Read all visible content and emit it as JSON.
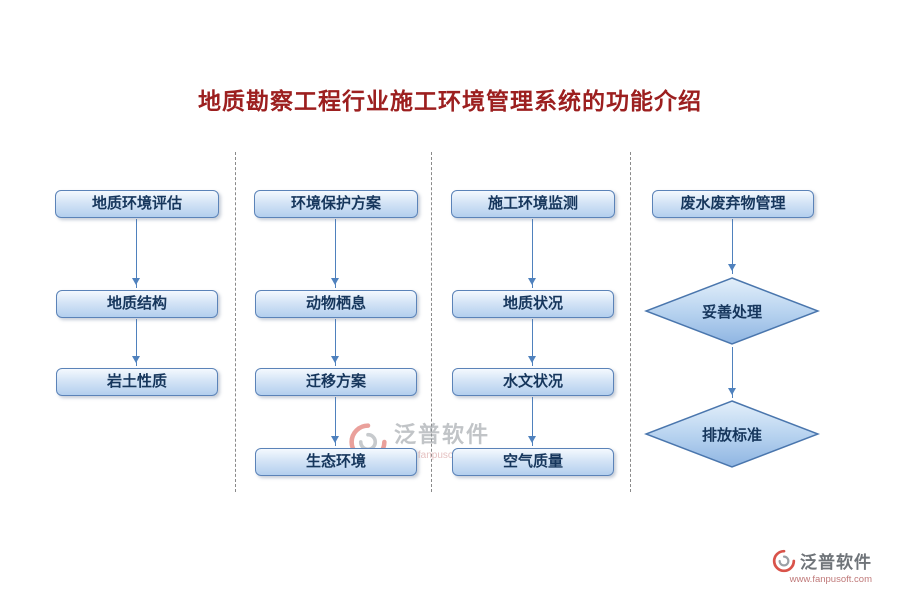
{
  "title": "地质勘察工程行业施工环境管理系统的功能介绍",
  "colors": {
    "title_color": "#9c1f1f",
    "box_border": "#5b83b8",
    "box_text": "#16365c",
    "arrow_color": "#4f81bd"
  },
  "columns": [
    {
      "header": "地质环境评估",
      "shape": "rect",
      "items": [
        "地质结构",
        "岩土性质"
      ]
    },
    {
      "header": "环境保护方案",
      "shape": "rect",
      "items": [
        "动物栖息",
        "迁移方案",
        "生态环境"
      ]
    },
    {
      "header": "施工环境监测",
      "shape": "rect",
      "items": [
        "地质状况",
        "水文状况",
        "空气质量"
      ]
    },
    {
      "header": "废水废弃物管理",
      "shape": "diamond",
      "items": [
        "妥善处理",
        "排放标准"
      ]
    }
  ],
  "watermark": {
    "brand": "泛普软件",
    "url": "www.fanpusoft.com"
  }
}
